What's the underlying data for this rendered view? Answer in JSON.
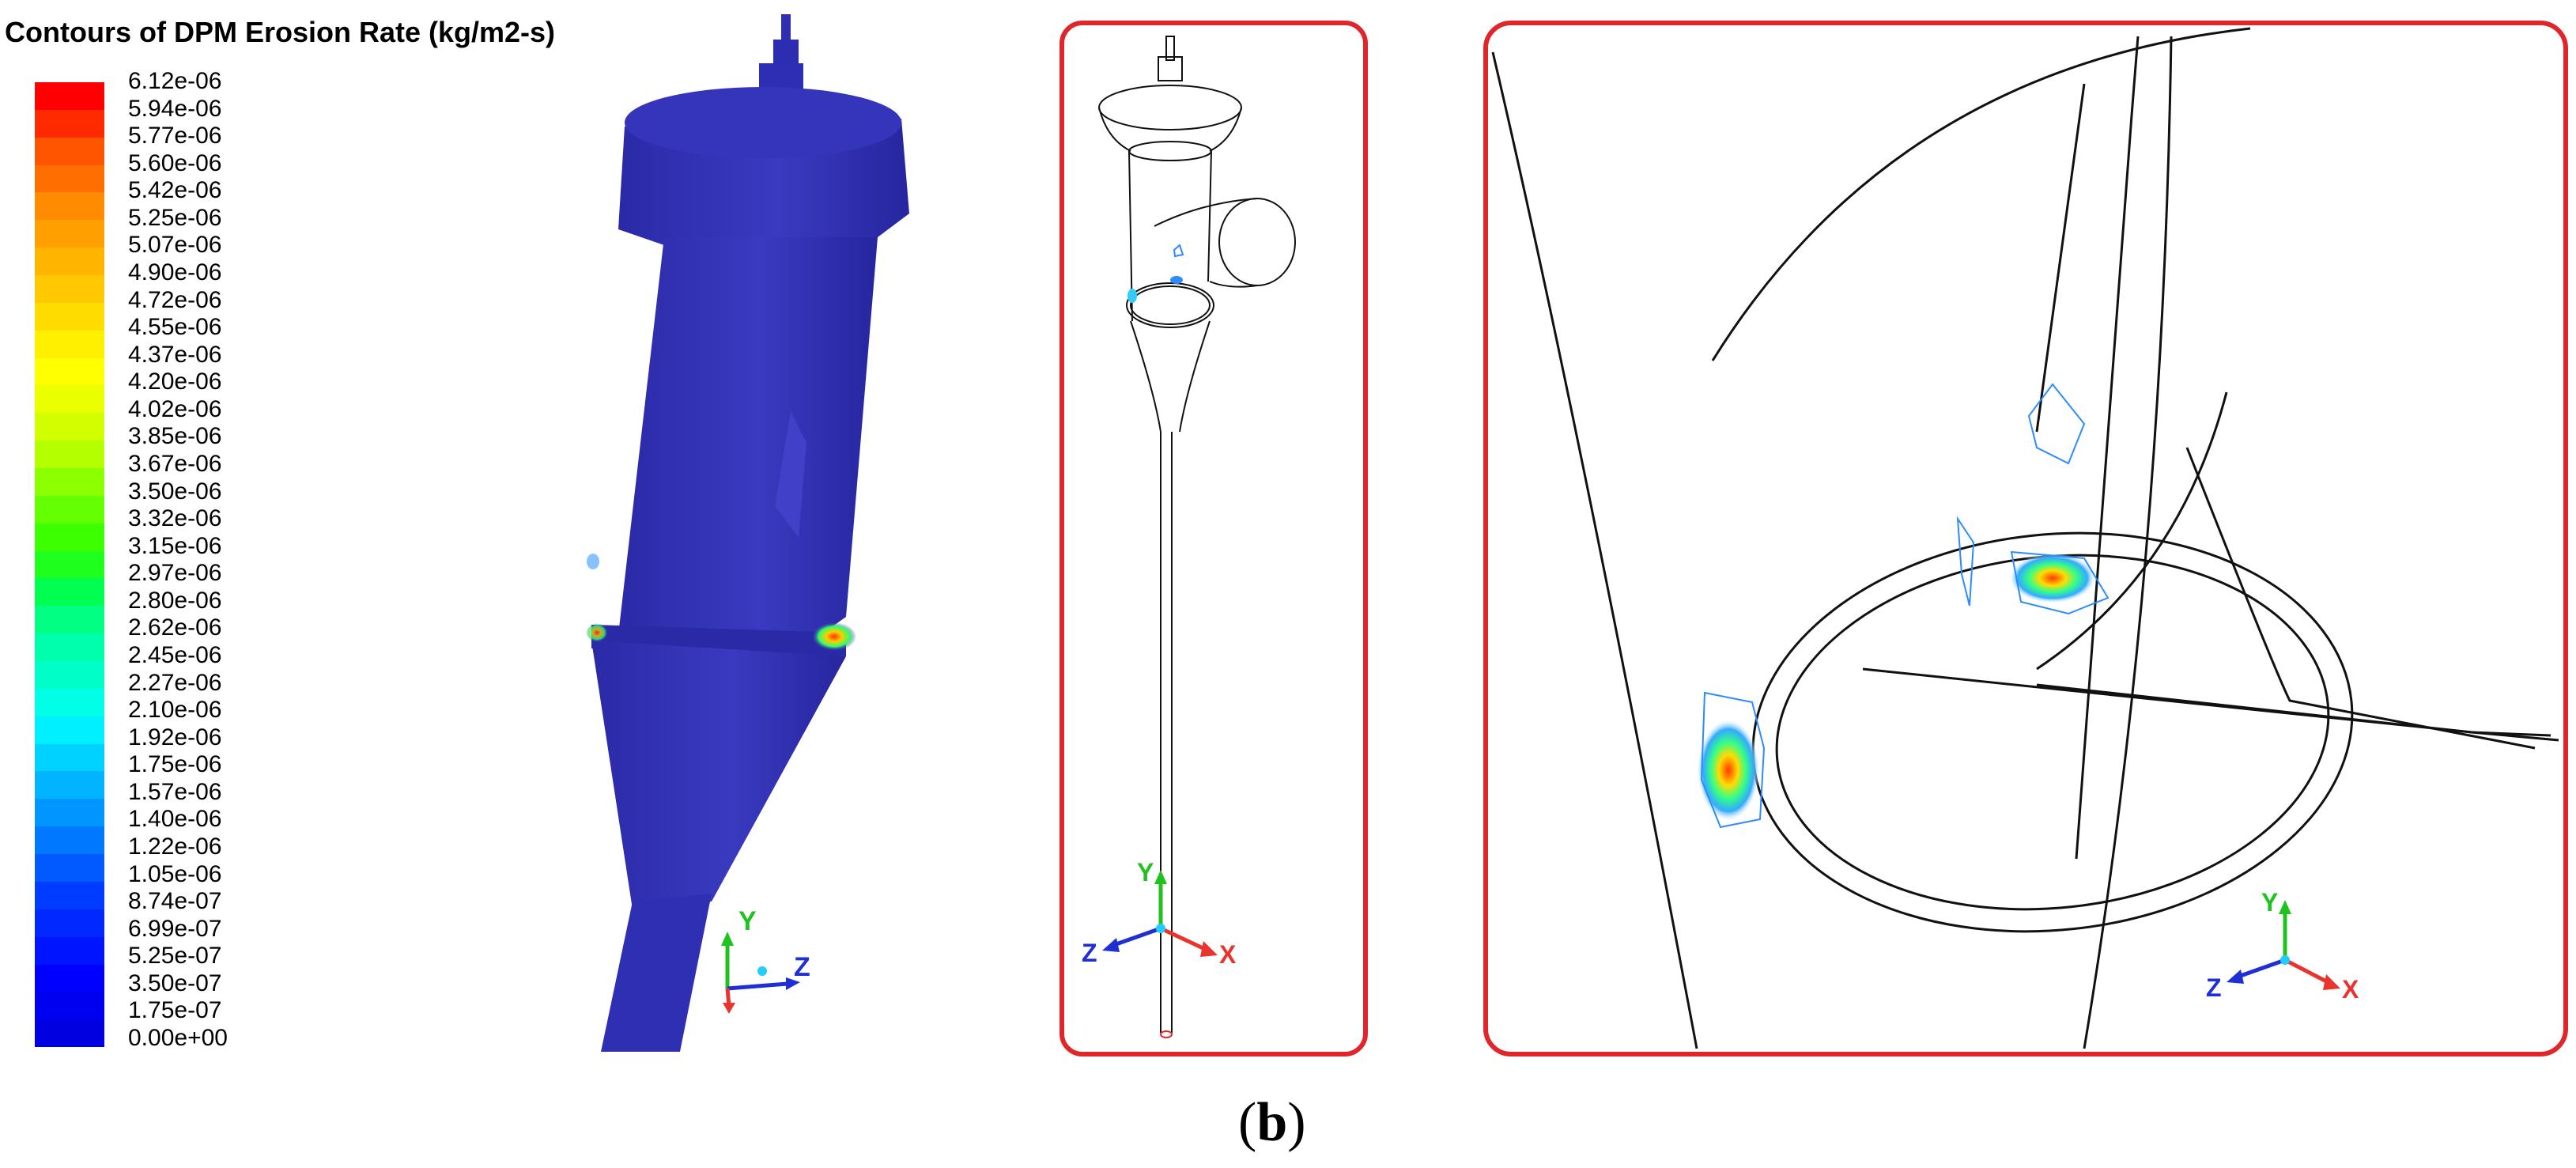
{
  "title": "Contours of DPM Erosion Rate  (kg/m2-s)",
  "colorbar": {
    "labels": [
      "6.12e-06",
      "5.94e-06",
      "5.77e-06",
      "5.60e-06",
      "5.42e-06",
      "5.25e-06",
      "5.07e-06",
      "4.90e-06",
      "4.72e-06",
      "4.55e-06",
      "4.37e-06",
      "4.20e-06",
      "4.02e-06",
      "3.85e-06",
      "3.67e-06",
      "3.50e-06",
      "3.32e-06",
      "3.15e-06",
      "2.97e-06",
      "2.80e-06",
      "2.62e-06",
      "2.45e-06",
      "2.27e-06",
      "2.10e-06",
      "1.92e-06",
      "1.75e-06",
      "1.57e-06",
      "1.40e-06",
      "1.22e-06",
      "1.05e-06",
      "8.74e-07",
      "6.99e-07",
      "5.25e-07",
      "3.50e-07",
      "1.75e-07",
      "0.00e+00"
    ],
    "colors": [
      "#ff0000",
      "#ff2a00",
      "#ff5500",
      "#ff6e00",
      "#ff8c00",
      "#ffa000",
      "#ffb400",
      "#ffc800",
      "#ffdc00",
      "#fff000",
      "#ffff00",
      "#eaff00",
      "#d2ff00",
      "#b4ff00",
      "#8cff00",
      "#64ff00",
      "#3cff00",
      "#1eff1e",
      "#00ff50",
      "#00ff82",
      "#00ffaa",
      "#00ffc8",
      "#00ffe6",
      "#00f0ff",
      "#00d2ff",
      "#00b4ff",
      "#0096ff",
      "#0078ff",
      "#005aff",
      "#003cff",
      "#0028ff",
      "#0014ff",
      "#0000ff",
      "#0000f0",
      "#0000e0"
    ]
  },
  "axes": {
    "x": "X",
    "y": "Y",
    "z": "Z"
  },
  "caption": {
    "open": "(",
    "letter": "b",
    "close": ")"
  },
  "colors": {
    "body_surface": "#3333bb",
    "frame_red": "#e0252b",
    "axis_x": "#e8342c",
    "axis_y": "#1fc21f",
    "axis_z": "#1f2fd6"
  }
}
